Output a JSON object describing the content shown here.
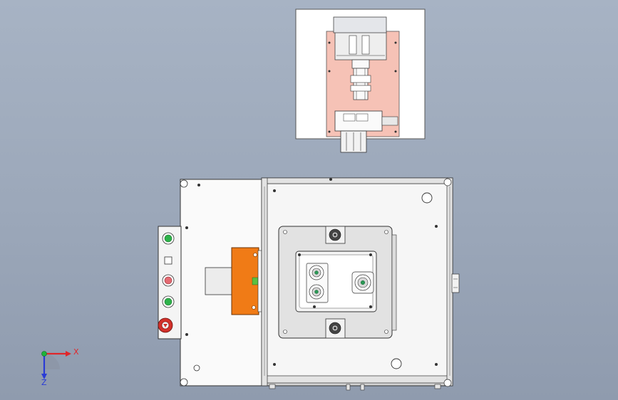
{
  "viewport": {
    "background_top": "#a7b3c4",
    "background_bottom": "#8f9bae",
    "triad": {
      "x_label": "X",
      "z_label": "Z",
      "x_color": "#e0262a",
      "y_color": "#1fb53a",
      "z_color": "#2a3bd6"
    }
  },
  "colors": {
    "plate_pink": "#f6c2b6",
    "panel_orange": "#f07b16",
    "frame_gray": "#d3d3d3",
    "sheet_white": "#fafafa",
    "button_green": "#2db24a",
    "button_red": "#d3302a",
    "button_pink": "#e46a72"
  },
  "views": {
    "inset": "front-view",
    "main": "top-view"
  }
}
